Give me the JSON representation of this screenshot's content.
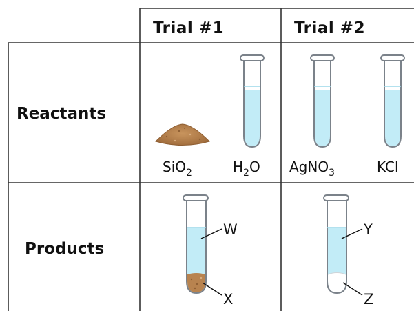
{
  "table": {
    "headers": [
      "Trial #1",
      "Trial #2"
    ],
    "rows": [
      "Reactants",
      "Products"
    ]
  },
  "reactants": {
    "trial1": [
      {
        "main": "SiO",
        "sub": "2",
        "icon": "sand-pile-icon"
      },
      {
        "main": "H",
        "sub": "2",
        "tail": "O",
        "icon": "test-tube-icon"
      }
    ],
    "trial2": [
      {
        "main": "AgNO",
        "sub": "3",
        "icon": "test-tube-icon"
      },
      {
        "main": "KCl",
        "icon": "test-tube-icon"
      }
    ]
  },
  "products": {
    "trial1": {
      "liquid_label": "W",
      "precipitate_label": "X"
    },
    "trial2": {
      "liquid_label": "Y",
      "precipitate_label": "Z"
    }
  },
  "colors": {
    "liquid": "#c2ecf7",
    "tube_outline": "#7b828a",
    "sand": "#b8834f",
    "sand_dark": "#8f5f33",
    "white_precipitate": "#ffffff",
    "grid": "#333333"
  }
}
